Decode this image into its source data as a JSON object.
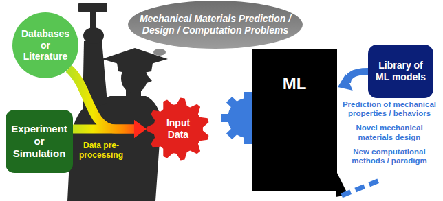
{
  "diagram": {
    "nodes": [
      {
        "text": [
          "Mechanical Materials Prediction / Design / Computation Problems"
        ]
      },
      {
        "text": [
          "Databases or Literature"
        ]
      },
      {
        "text": [
          "Experiment or Simulation"
        ]
      },
      {
        "text": [
          "Input Data"
        ]
      },
      {
        "text": [
          "ML"
        ]
      },
      {
        "text": [
          "Library of ML models"
        ]
      }
    ],
    "edges": [
      {
        "from": 1,
        "to": 3,
        "arrow": "to"
      },
      {
        "from": 2,
        "to": 3,
        "arrow": "to"
      },
      {
        "from": 5,
        "to": 4,
        "arrow": "to"
      }
    ],
    "labels": [
      "Data pre-processing",
      "Prediction of mechanical properties / behaviors",
      "Novel mechanical materials design",
      "New computational methods / paradigm"
    ]
  }
}
